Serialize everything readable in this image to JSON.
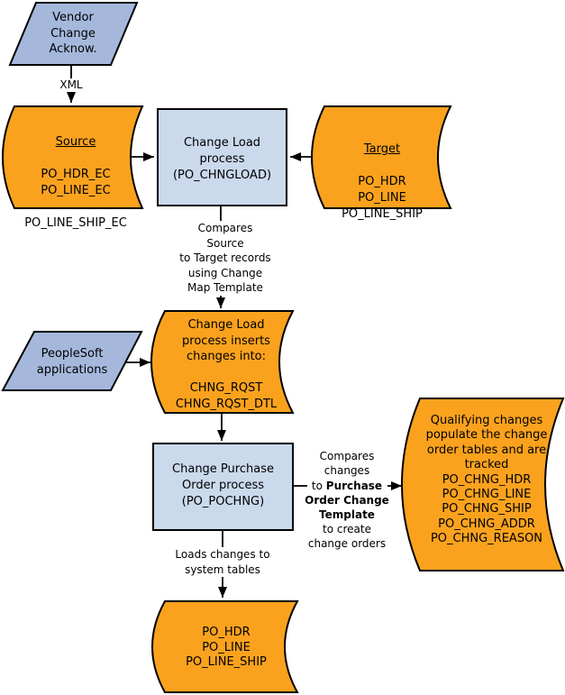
{
  "diagram": {
    "colors": {
      "datastore_fill": "#FAA21E",
      "process_fill": "#CAD9EC",
      "io_fill": "#A5B8DC",
      "line": "#000000"
    },
    "nodes": {
      "vendor_acknow": {
        "label": "Vendor\nChange\nAcknow."
      },
      "source": {
        "heading": "Source",
        "records": "PO_HDR_EC\nPO_LINE_EC\n\nPO_LINE_SHIP_EC"
      },
      "change_load": {
        "label": "Change Load\nprocess\n(PO_CHNGLOAD)"
      },
      "target": {
        "heading": "Target",
        "records": "PO_HDR\nPO_LINE\nPO_LINE_SHIP"
      },
      "chng_rqst": {
        "label": "Change Load\nprocess inserts\nchanges into:\n\nCHNG_RQST\nCHNG_RQST_DTL"
      },
      "peoplesoft": {
        "label": "PeopleSoft\napplications"
      },
      "change_po": {
        "label": "Change Purchase\nOrder process\n(PO_POCHNG)"
      },
      "qualifying": {
        "label": "Qualifying changes\npopulate the change\norder tables and are\ntracked\nPO_CHNG_HDR\nPO_CHNG_LINE\nPO_CHNG_SHIP\nPO_CHNG_ADDR\nPO_CHNG_REASON"
      },
      "system_tables": {
        "label": "PO_HDR\nPO_LINE\nPO_LINE_SHIP"
      }
    },
    "annotations": {
      "xml": "XML",
      "compares_source": "Compares\nSource\nto Target records\nusing Change\nMap Template",
      "compares_changes_pre": "Compares\nchanges\nto ",
      "compares_changes_bold": "Purchase\nOrder Change\nTemplate",
      "compares_changes_post": "\nto create\nchange orders",
      "loads_changes": "Loads changes to\nsystem tables"
    }
  }
}
